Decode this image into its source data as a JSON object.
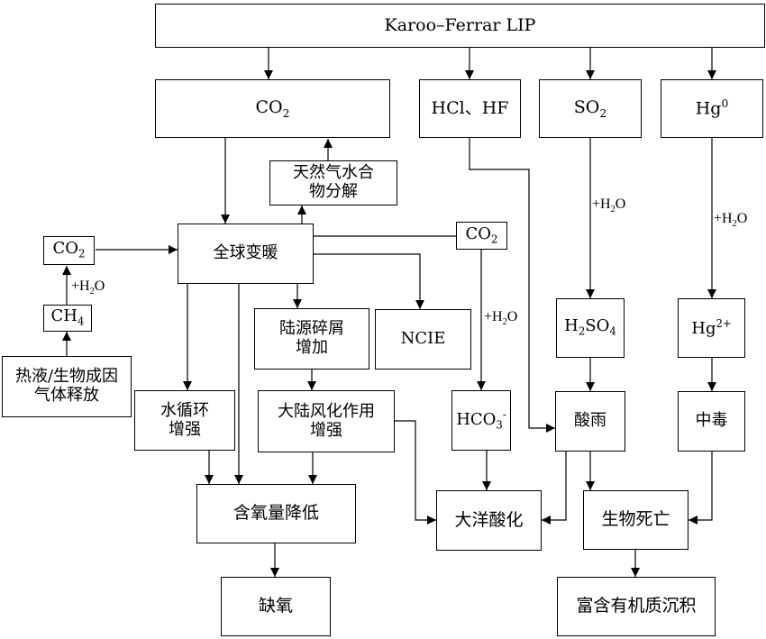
{
  "nodes": {
    "source": "Karoo–Ferrar  LIP",
    "co2_top": "CO2",
    "hcl_hf": "HCl、HF",
    "so2": "SO2",
    "hg0": "Hg0",
    "gas_hydrate": "天然气水合物分解",
    "co2_left": "CO2",
    "warming": "全球变暖",
    "co2_mid": "CO2",
    "ch4": "CH4",
    "thermal_gas": "热液/生物成因气体释放",
    "detritus": "陆源碎屑增加",
    "ncie": "NCIE",
    "h2so4": "H2SO4",
    "hg2": "Hg2+",
    "water_cycle": "水循环增强",
    "weathering": "大陆风化作用增强",
    "hco3": "HCO3-",
    "acid_rain": "酸雨",
    "poisoning": "中毒",
    "oxygen_drop": "含氧量降低",
    "ocean_acid": "大洋酸化",
    "bio_death": "生物死亡",
    "anoxia": "缺氧",
    "organic_dep": "富含有机质沉积"
  },
  "edge_labels": {
    "plus_h2o": "+H2O"
  }
}
